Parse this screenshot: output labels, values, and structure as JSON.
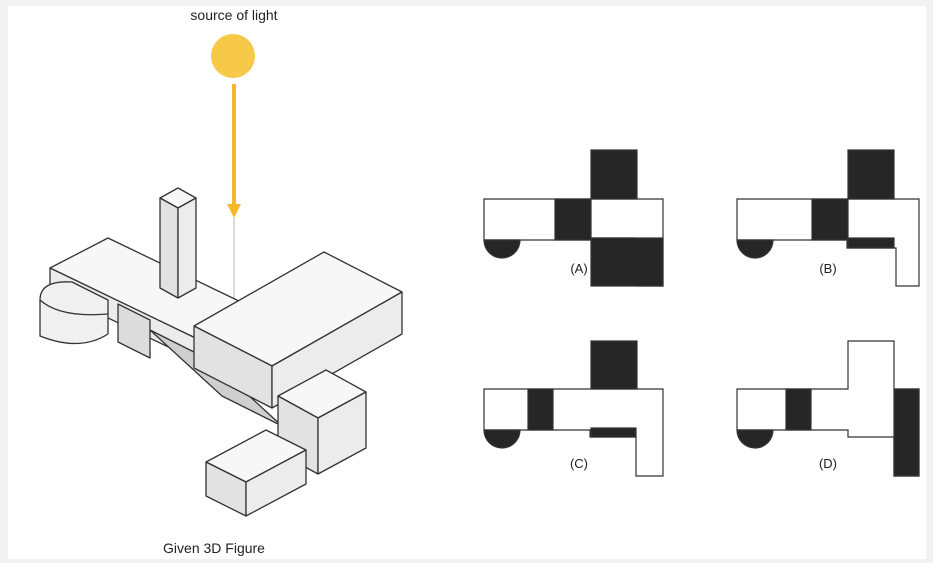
{
  "figure": {
    "light_label": "source of light",
    "caption": "Given 3D Figure"
  },
  "options": [
    {
      "label": "(A)"
    },
    {
      "label": "(B)"
    },
    {
      "label": "(C)"
    },
    {
      "label": "(D)"
    }
  ],
  "colors": {
    "background": "#f2f2f2",
    "panel": "#ffffff",
    "sun": "#f7c948",
    "arrow": "#f5b82a",
    "block_fill": "#ededed",
    "block_top": "#f7f7f7",
    "block_side": "#dcdcdc",
    "shadow": "#262626",
    "outline": "#333333"
  }
}
